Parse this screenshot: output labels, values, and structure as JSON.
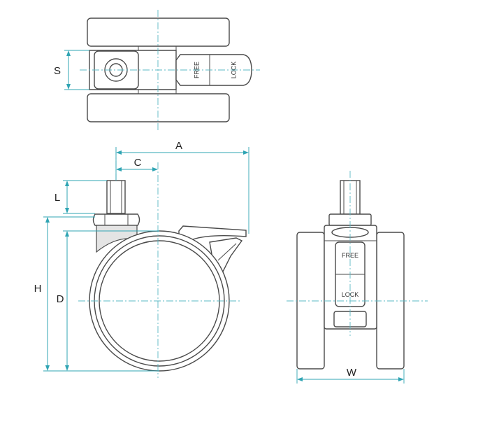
{
  "colors": {
    "outline": "#4a4a4a",
    "dimension": "#2fa4b3",
    "centerline": "#5bb8c4",
    "shade": "#e4e4e4"
  },
  "dimensions": {
    "s": "S",
    "a": "A",
    "c": "C",
    "l": "L",
    "h": "H",
    "d": "D",
    "w": "W"
  },
  "pedal": {
    "free": "FREE",
    "lock": "LOCK"
  }
}
